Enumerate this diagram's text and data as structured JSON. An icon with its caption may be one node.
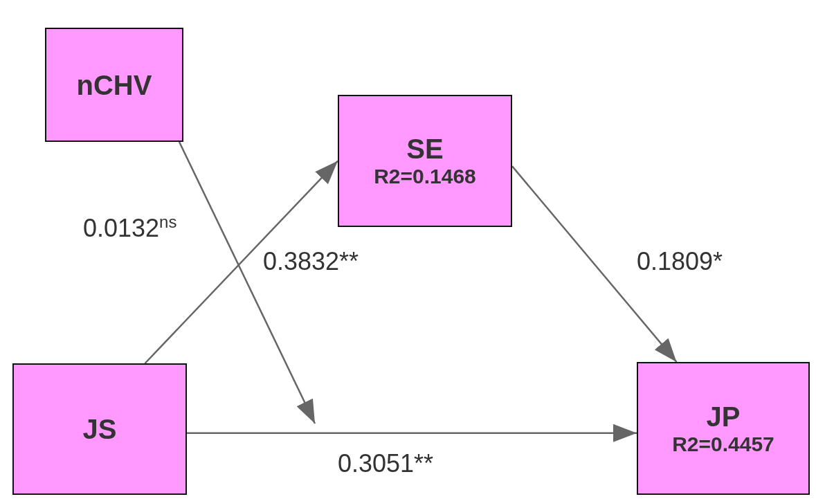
{
  "diagram": {
    "nodes": [
      {
        "text": [
          "nCHV"
        ]
      },
      {
        "text": [
          "SE",
          "R2=0.1468"
        ]
      },
      {
        "text": [
          "JS"
        ]
      },
      {
        "text": [
          "JP",
          "R2=0.4457"
        ]
      }
    ],
    "edges": [
      {
        "from": 2,
        "to": 1,
        "arrow": "to",
        "label": "0.3832**"
      },
      {
        "from": 1,
        "to": 3,
        "arrow": "to",
        "label": "0.1809*"
      },
      {
        "from": 2,
        "to": 3,
        "arrow": "to",
        "label": "0.3051**"
      },
      {
        "from": 0,
        "to": null,
        "arrow": "to",
        "label": "0.0132$^{ns}$"
      }
    ]
  }
}
